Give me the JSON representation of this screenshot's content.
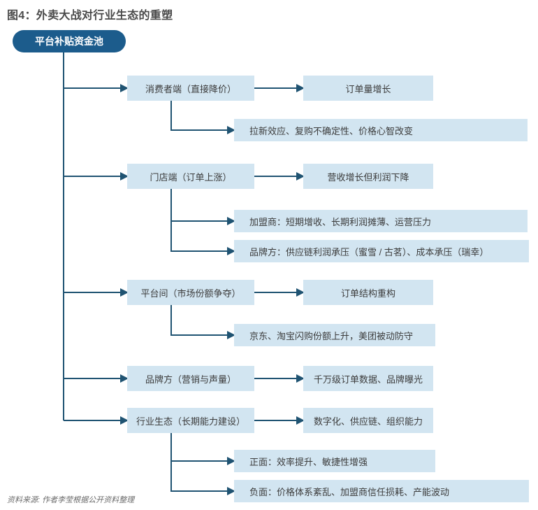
{
  "title": "图4：外卖大战对行业生态的重塑",
  "root": {
    "label": "平台补贴资金池"
  },
  "source_note": "资料来源: 作者李莹根据公开资料整理",
  "colors": {
    "root_fill": "#1c5c8c",
    "node_fill": "#d2e5f1",
    "line": "#1f5372",
    "title_text": "#4a4a4a",
    "body_text": "#3c3c3c"
  },
  "branches": [
    {
      "label": "消费者端（直接降价）",
      "result": "订单量增长",
      "details": [
        "拉新效应、复购不确定性、价格心智改变"
      ]
    },
    {
      "label": "门店端（订单上涨）",
      "result": "营收增长但利润下降",
      "details": [
        "加盟商：短期增收、长期利润摊薄、运营压力",
        "品牌方：供应链利润承压（蜜雪 / 古茗）、成本承压（瑞幸）"
      ]
    },
    {
      "label": "平台间（市场份额争夺）",
      "result": "订单结构重构",
      "details": [
        "京东、淘宝闪购份额上升，美团被动防守"
      ]
    },
    {
      "label": "品牌方（营销与声量）",
      "result": "千万级订单数据、品牌曝光",
      "details": []
    },
    {
      "label": "行业生态（长期能力建设）",
      "result": "数字化、供应链、组织能力",
      "details": [
        "正面：效率提升、敏捷性增强",
        "负面：价格体系紊乱、加盟商信任损耗、产能波动"
      ]
    }
  ]
}
